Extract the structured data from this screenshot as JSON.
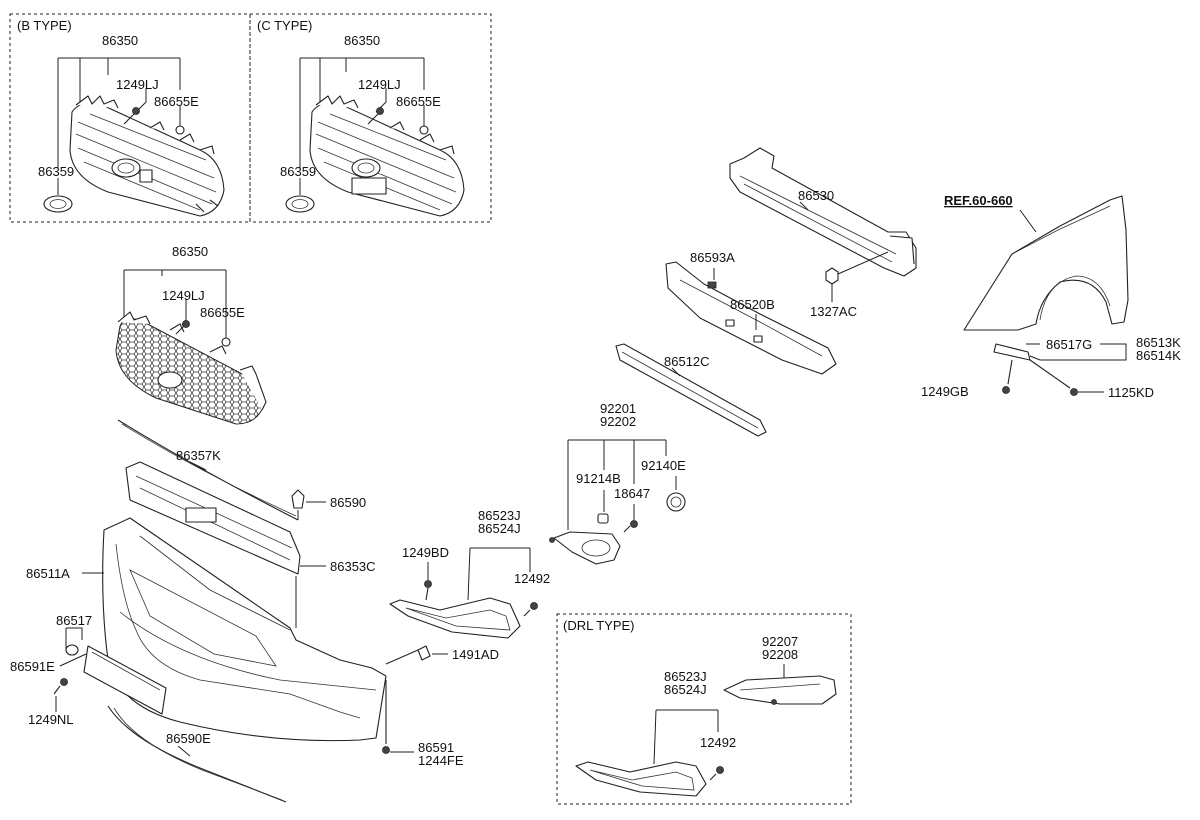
{
  "boxes": {
    "b_type": "(B TYPE)",
    "c_type": "(C TYPE)",
    "drl_type": "(DRL TYPE)"
  },
  "labels": {
    "b_86350": "86350",
    "b_1249LJ": "1249LJ",
    "b_86655E": "86655E",
    "b_86359": "86359",
    "c_86350": "86350",
    "c_1249LJ": "1249LJ",
    "c_86655E": "86655E",
    "c_86359": "86359",
    "m_86350": "86350",
    "m_1249LJ": "1249LJ",
    "m_86655E": "86655E",
    "l_86357K": "86357K",
    "l_86590": "86590",
    "l_86353C": "86353C",
    "l_86511A": "86511A",
    "l_86517": "86517",
    "l_86591E": "86591E",
    "l_1249NL": "1249NL",
    "l_86590E": "86590E",
    "l_1491AD": "1491AD",
    "l_86591": "86591",
    "l_1244FE": "1244FE",
    "l_1249BD": "1249BD",
    "l_86523J": "86523J",
    "l_86524J": "86524J",
    "l_12492": "12492",
    "l_92201": "92201",
    "l_92202": "92202",
    "l_91214B": "91214B",
    "l_92140E": "92140E",
    "l_18647": "18647",
    "l_86512C": "86512C",
    "l_86593A": "86593A",
    "l_86520B": "86520B",
    "l_86530": "86530",
    "l_1327AC": "1327AC",
    "l_ref": "REF.60-660",
    "l_86517G": "86517G",
    "l_86513K": "86513K",
    "l_86514K": "86514K",
    "l_1249GB": "1249GB",
    "l_1125KD": "1125KD",
    "d_92207": "92207",
    "d_92208": "92208",
    "d_86523J": "86523J",
    "d_86524J": "86524J",
    "d_12492": "12492"
  }
}
